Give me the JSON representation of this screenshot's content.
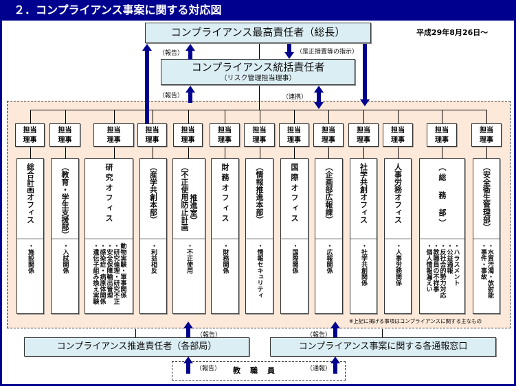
{
  "title": "２．コンプライアンス事案に関する対応図",
  "date": "平成29年8月26日～",
  "top_officer": "コンプライアンス最高責任者（総長）",
  "general_officer": {
    "title": "コンプライアンス統括責任者",
    "sub": "（リスク管理担当理事）"
  },
  "labels": {
    "report": "（報告）",
    "instruction": "（是正措置等の指示）",
    "cooperation": "（連携）",
    "notify": "（通報）"
  },
  "director_label": [
    "担当",
    "理事"
  ],
  "columns": [
    {
      "name": [
        "総合計画オフィス"
      ],
      "items": [
        "・施設関係"
      ]
    },
    {
      "name": [
        "（教育・学生支援部）"
      ],
      "items": [
        "・入試関係"
      ]
    },
    {
      "name": [
        "研 究 オ フ ィ ス"
      ],
      "items": [
        "・遺伝子組み換え実験",
        "・感染症・病原体関係",
        "・安全保障輸出管理",
        "・研究倫理・研究不正",
        "動物実験・軍事関係"
      ]
    },
    {
      "name": [
        "（産学共創本部）"
      ],
      "items": [
        "・利益相反"
      ]
    },
    {
      "name": [
        "（不正使用防止計画",
        "推進室）"
      ],
      "items": [
        "・不正使用"
      ]
    },
    {
      "name": [
        "財 務 オ フ ィ ス"
      ],
      "items": [
        "・財務関係"
      ]
    },
    {
      "name": [
        "（情報推進本部）"
      ],
      "items": [
        "・情報セキュリティ"
      ]
    },
    {
      "name": [
        "国 際 オ フ ィ ス"
      ],
      "items": [
        "・国際関係"
      ]
    },
    {
      "name": [
        "（企画部広報課）"
      ],
      "items": [
        "・広報関係"
      ]
    },
    {
      "name": [
        "社学共創オフィス"
      ],
      "items": [
        "・社学共創関係"
      ]
    },
    {
      "name": [
        "人事労務オフィス"
      ],
      "items": [
        "・人事労務関係"
      ]
    },
    {
      "name": [
        "（ 総　 務　 部 ）"
      ],
      "items": [
        "・個人情報漏えい",
        "・教職員の不祥事",
        "・反社会的勢力対応",
        "・公益通報",
        "・ハラスメント"
      ]
    },
    {
      "name": [
        "（安全衛生管理部）"
      ],
      "items": [
        "・事件・事故",
        "・水質汚濁・放射能"
      ]
    }
  ],
  "note": "※上記に掲げる事項はコンプライアンスに関する主なもの",
  "promotion_officer": "コンプライアンス推進責任者（各部局）",
  "contact_window": "コンプライアンス事案に関する各通報窓口",
  "staff": "教職員",
  "colors": {
    "navy": "#00008f",
    "peach": "#fde9d9",
    "lightblue": "#dbeef4"
  }
}
